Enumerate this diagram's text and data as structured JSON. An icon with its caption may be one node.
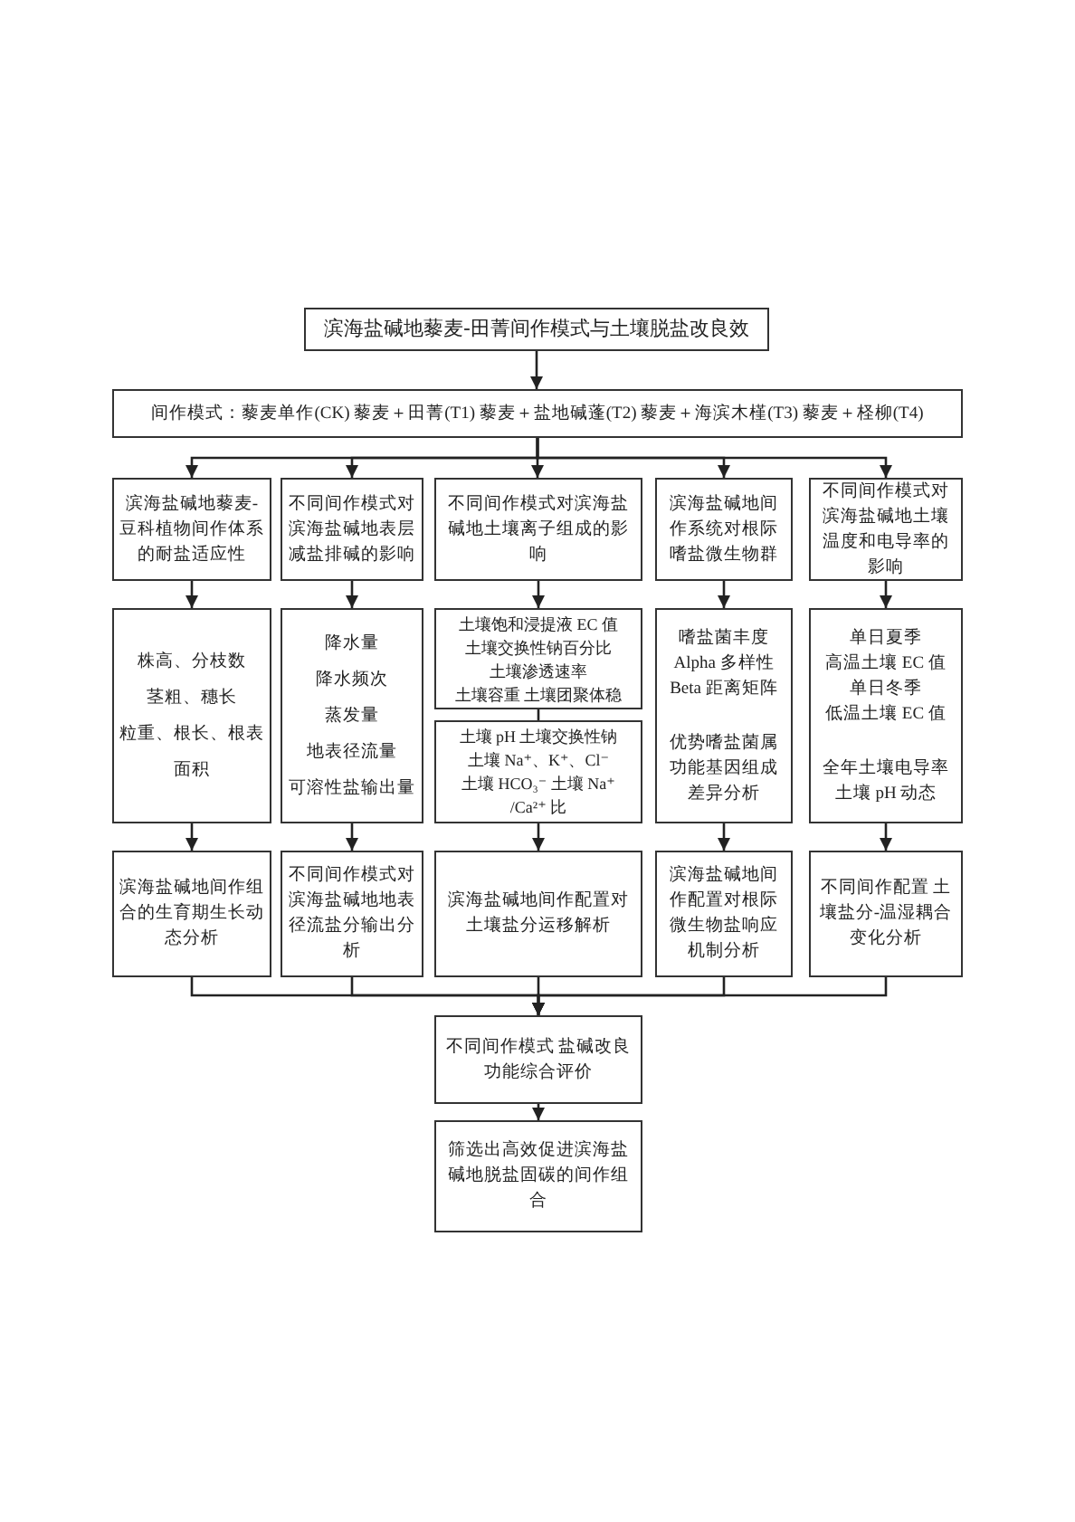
{
  "diagram": {
    "nodes": [
      {
        "text": [
          "滨海盐碱地藜麦-田菁间作模式与土壤脱盐改良效"
        ]
      },
      {
        "text": [
          "间作模式：藜麦单作(CK) 藜麦＋田菁(T1) 藜麦＋盐地碱蓬(T2) 藜麦＋海滨木槿(T3) 藜麦＋柽柳(T4)"
        ]
      },
      {
        "text": [
          "滨海盐碱地藜麦-豆科植物间作体系的耐盐适应性"
        ]
      },
      {
        "text": [
          "不同间作模式对滨海盐碱地表层减盐排碱的影响"
        ]
      },
      {
        "text": [
          "不同间作模式对滨海盐碱地土壤离子组成的影响"
        ]
      },
      {
        "text": [
          "滨海盐碱地间作系统对根际嗜盐微生物群"
        ]
      },
      {
        "text": [
          "不同间作模式对滨海盐碱地土壤温度和电导率的影响"
        ]
      },
      {
        "text": [
          "株高、分枝数",
          "茎粗、穗长",
          "粒重、根长、根表面积"
        ]
      },
      {
        "text": [
          "降水量",
          "降水频次",
          "蒸发量",
          "地表径流量",
          "可溶性盐输出量"
        ]
      },
      {
        "text": [
          "土壤饱和浸提液 EC 值",
          "土壤交换性钠百分比",
          "土壤渗透速率",
          "土壤容重 土壤团聚体稳"
        ]
      },
      {
        "text": [
          "土壤 pH 土壤交换性钠",
          "土壤 Na⁺、K⁺、Cl⁻",
          "土壤 HCO₃⁻ 土壤 Na⁺",
          "/Ca²⁺ 比"
        ]
      },
      {
        "text": [
          "嗜盐菌丰度",
          "Alpha 多样性",
          "Beta 距离矩阵",
          "优势嗜盐菌属",
          "功能基因组成",
          "差异分析"
        ]
      },
      {
        "text": [
          "单日夏季",
          "高温土壤 EC 值",
          "单日冬季",
          "低温土壤 EC 值",
          "全年土壤电导率",
          "土壤 pH 动态"
        ]
      },
      {
        "text": [
          "滨海盐碱地间作组合的生育期生长动态分析"
        ]
      },
      {
        "text": [
          "不同间作模式对滨海盐碱地地表径流盐分输出分析"
        ]
      },
      {
        "text": [
          "滨海盐碱地间作配置对土壤盐分运移解析"
        ]
      },
      {
        "text": [
          "滨海盐碱地间作配置对根际微生物盐响应机制分析"
        ]
      },
      {
        "text": [
          "不同间作配置 土壤盐分-温湿耦合变化分析"
        ]
      },
      {
        "text": [
          "不同间作模式 盐碱改良功能综合评价"
        ]
      },
      {
        "text": [
          "筛选出高效促进滨海盐碱地脱盐固碳的间作组合"
        ]
      }
    ],
    "edges": [
      {
        "from": 0,
        "to": 1,
        "arrow": "to"
      },
      {
        "from": 1,
        "to": 2,
        "arrow": "to"
      },
      {
        "from": 1,
        "to": 3,
        "arrow": "to"
      },
      {
        "from": 1,
        "to": 4,
        "arrow": "to"
      },
      {
        "from": 1,
        "to": 5,
        "arrow": "to"
      },
      {
        "from": 1,
        "to": 6,
        "arrow": "to"
      },
      {
        "from": 2,
        "to": 7,
        "arrow": "to"
      },
      {
        "from": 3,
        "to": 8,
        "arrow": "to"
      },
      {
        "from": 4,
        "to": 9,
        "arrow": "to"
      },
      {
        "from": 9,
        "to": 10,
        "arrow": "none"
      },
      {
        "from": 5,
        "to": 11,
        "arrow": "to"
      },
      {
        "from": 6,
        "to": 12,
        "arrow": "to"
      },
      {
        "from": 7,
        "to": 13,
        "arrow": "to"
      },
      {
        "from": 8,
        "to": 14,
        "arrow": "to"
      },
      {
        "from": 10,
        "to": 15,
        "arrow": "to"
      },
      {
        "from": 11,
        "to": 16,
        "arrow": "to"
      },
      {
        "from": 12,
        "to": 17,
        "arrow": "to"
      },
      {
        "from": 13,
        "to": 18,
        "arrow": "to"
      },
      {
        "from": 14,
        "to": 18,
        "arrow": "to"
      },
      {
        "from": 15,
        "to": 18,
        "arrow": "to"
      },
      {
        "from": 16,
        "to": 18,
        "arrow": "to"
      },
      {
        "from": 17,
        "to": 18,
        "arrow": "to"
      },
      {
        "from": 18,
        "to": 19,
        "arrow": "to"
      }
    ]
  }
}
